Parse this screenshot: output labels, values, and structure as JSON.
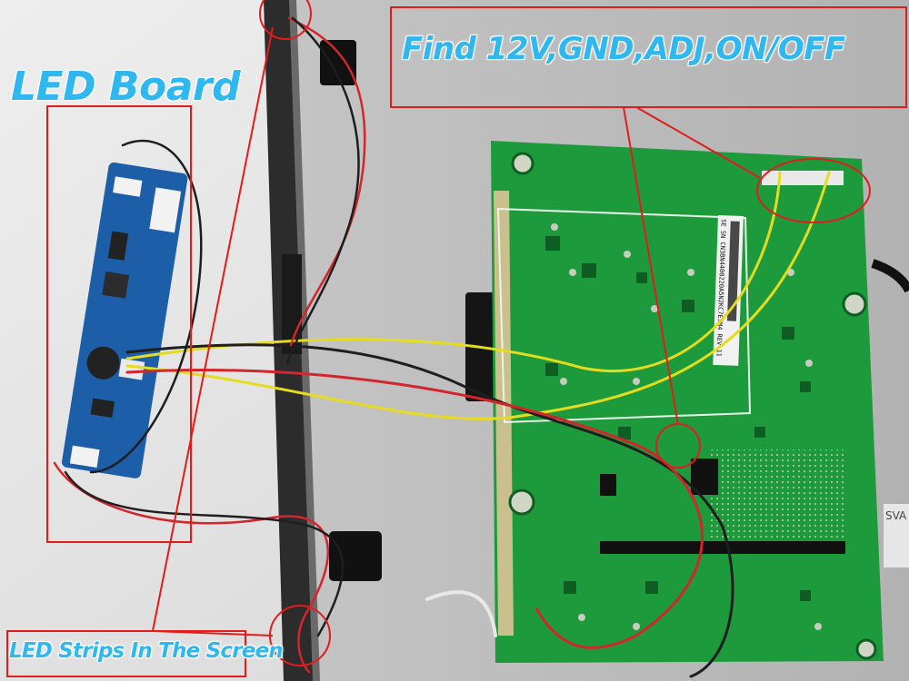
{
  "labels": {
    "led_board": "LED Board",
    "find_pins": "Find 12V,GND,ADJ,ON/OFF",
    "led_strips": "LED Strips In The Screen"
  },
  "pcb": {
    "sticker_text": "SE SN CN3BN4400220A5N2KC7ESM4 REV 11",
    "corner_sticker": "SVA"
  },
  "colors": {
    "annotation": "#e11c1c",
    "label_text": "#2fb8ef",
    "pcb_green": "#1d9a3c",
    "led_board_blue": "#1d5ea8",
    "wire_yellow": "#e6dc1e",
    "wire_red": "#d2262c",
    "wire_black": "#1e1e1e"
  }
}
